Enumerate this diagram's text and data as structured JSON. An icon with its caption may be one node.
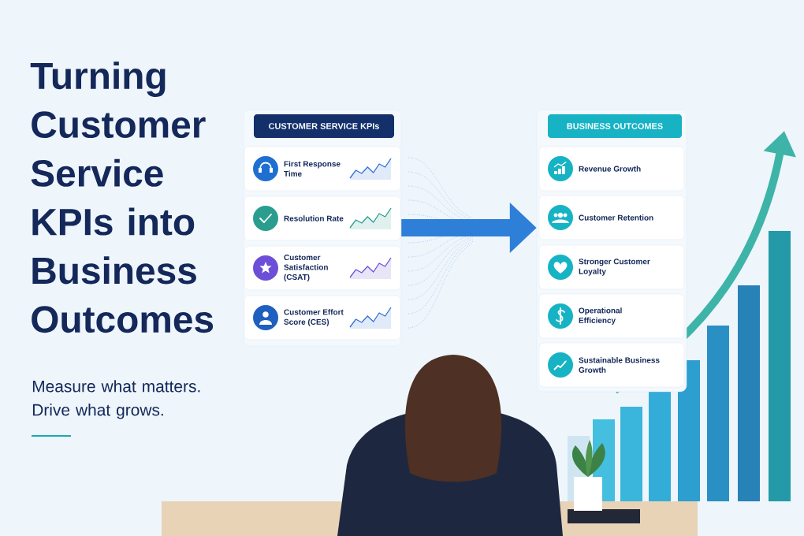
{
  "diagram": {
    "title": "Turning Customer Service KPIs into Business Outcomes",
    "nodes": [
      {
        "text": [
          "CUSTOMER SERVICE KPIs"
        ]
      },
      {
        "text": [
          "First Response Time"
        ],
        "in": 0
      },
      {
        "text": [
          "Resolution Rate"
        ],
        "in": 0
      },
      {
        "text": [
          "Customer Satisfaction (CSAT)"
        ],
        "in": 0
      },
      {
        "text": [
          "Customer Effort Score (CES)"
        ],
        "in": 0
      },
      {
        "text": [
          "BUSINESS OUTCOMES"
        ]
      },
      {
        "text": [
          "Revenue Growth"
        ],
        "in": 5
      },
      {
        "text": [
          "Customer Retention"
        ],
        "in": 5
      },
      {
        "text": [
          "Stronger Customer Loyalty"
        ],
        "in": 5
      },
      {
        "text": [
          "Operational Efficiency"
        ],
        "in": 5
      },
      {
        "text": [
          "Sustainable Business Growth"
        ],
        "in": 5
      }
    ],
    "edges": [
      {
        "from": 0,
        "to": 5,
        "arrow": "to"
      }
    ],
    "labels": [
      "Measure what matters. Drive what grows."
    ]
  }
}
